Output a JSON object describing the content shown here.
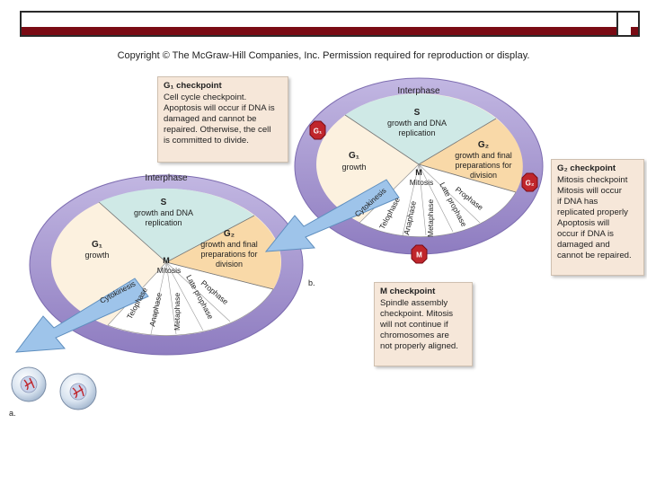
{
  "header": {
    "copyright": "Copyright © The McGraw-Hill Companies, Inc. Permission required for reproduction or display."
  },
  "callouts": {
    "g1": {
      "title": "G₁ checkpoint",
      "body": "Cell cycle checkpoint.\nApoptosis will occur if DNA is\ndamaged and cannot be\nrepaired. Otherwise, the cell\nis committed to divide."
    },
    "g2": {
      "title": "G₂ checkpoint",
      "body": "Mitosis checkpoint\nMitosis will occur\nif DNA has\nreplicated properly\nApoptosis will\noccur if DNA is\ndamaged and\ncannot be repaired."
    },
    "m": {
      "title": "M checkpoint",
      "body": "Spindle assembly\ncheckpoint. Mitosis\nwill not continue if\nchromosomes are\nnot properly aligned."
    }
  },
  "cycle": {
    "interphase": "Interphase",
    "s_title": "S",
    "s_l1": "growth and DNA",
    "s_l2": "replication",
    "g1_title": "G₁",
    "g1_l1": "growth",
    "g2_title": "G₂",
    "g2_l1": "growth and final",
    "g2_l2": "preparations for",
    "g2_l3": "division",
    "m_title": "M",
    "mitosis": "Mitosis",
    "phases": [
      "Cytokinesis",
      "Telophase",
      "Anaphase",
      "Metaphase",
      "Late prophase",
      "Prophase"
    ]
  },
  "badges": {
    "g1": "G₁",
    "g2": "G₂",
    "m": "M"
  },
  "panels": {
    "a": "a.",
    "b": "b."
  },
  "colors": {
    "ring": "#9f8fc8",
    "s_sector": "#cfe9e6",
    "g1_sector": "#fcf1df",
    "g2_sector": "#f9d9a8",
    "arrow": "#9ec4ea",
    "badge": "#c0262c",
    "title_bar": "#7a0b14"
  }
}
